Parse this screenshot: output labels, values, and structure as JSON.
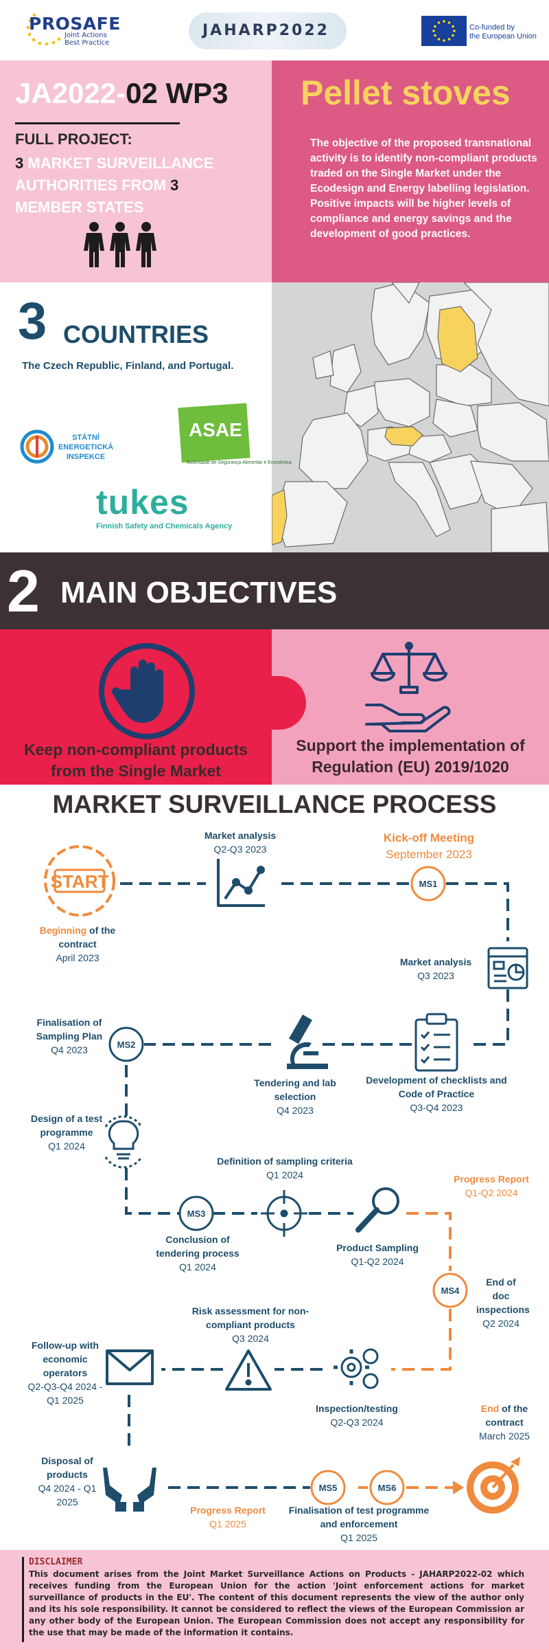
{
  "header": {
    "prosafe": "PROSAFE",
    "prosafe_sub1": "Joint Actions",
    "prosafe_sub2": "Best Practice",
    "jaharp": "JAHARP2022",
    "eu_line1": "Co-funded by",
    "eu_line2": "the European Union"
  },
  "intro": {
    "code_light": "JA2022-",
    "code_dark": "02 WP3",
    "full_project": "FULL PROJECT:",
    "msa_num1": "3",
    "msa_text1": " MARKET SURVEILLANCE AUTHORITIES FROM ",
    "msa_num2": "3",
    "msa_text2": " MEMBER STATES",
    "pellet_title": "Pellet stoves",
    "objective": "The objective of the proposed transnational activity is to identify non-compliant products traded on the Single Market under the Ecodesign and Energy labelling legislation. Positive impacts will be higher levels of compliance and energy savings and the development of good practices."
  },
  "countries": {
    "number": "3",
    "word": "COUNTRIES",
    "list": "The Czech Republic, Finland, and Portugal.",
    "sei_logo_text": "STÁTNÍ ENERGETICKÁ INSPEKCE",
    "asae": "ASAE",
    "asae_sub": "Autoridade de Segurança Alimentar e Económica",
    "tukes": "tukes",
    "tukes_sub": "Finnish Safety and Chemicals Agency",
    "highlight_color": "#f7d35e"
  },
  "objectives": {
    "number": "2",
    "word": "MAIN OBJECTIVES",
    "obj1": "Keep non-compliant products from the Single Market",
    "obj2": "Support the implementation of Regulation (EU) 2019/1020"
  },
  "process": {
    "title": "MARKET SURVEILLANCE PROCESS",
    "start_label": "START",
    "beginning_word": "Beginning",
    "beginning_rest": " of the contract",
    "beginning_date": "April 2023",
    "ma1_title": "Market analysis",
    "ma1_date": "Q2-Q3 2023",
    "kickoff_title": "Kick-off Meeting",
    "kickoff_date": "September 2023",
    "ma2_title": "Market analysis",
    "ma2_date": "Q3 2023",
    "dev_title": "Development of checklists and Code of Practice",
    "dev_date": "Q3-Q4 2023",
    "tend_title": "Tendering and lab selection",
    "tend_date": "Q4 2023",
    "final_plan_title": "Finalisation of Sampling Plan",
    "final_plan_date": "Q4 2023",
    "design_title": "Design of a test programme",
    "design_date": "Q1 2024",
    "criteria_title": "Definition of sampling criteria",
    "criteria_date": "Q1 2024",
    "progress1_title": "Progress Report",
    "progress1_date": "Q1-Q2 2024",
    "concl_title": "Conclusion of tendering process",
    "concl_date": "Q1 2024",
    "sampling_title": "Product Sampling",
    "sampling_date": "Q1-Q2 2024",
    "enddoc_title": "End of doc inspections",
    "enddoc_date": "Q2 2024",
    "risk_title": "Risk assessment for non-compliant products",
    "risk_date": "Q3 2024",
    "follow_title": "Follow-up with economic operators",
    "follow_date": "Q2-Q3-Q4 2024 - Q1 2025",
    "insp_title": "Inspection/testing",
    "insp_date": "Q2-Q3 2024",
    "end_word": "End",
    "end_rest": " of the contract",
    "end_date": "March 2025",
    "disposal_title": "Disposal of products",
    "disposal_date": "Q4 2024 - Q1 2025",
    "progress2_title": "Progress Report",
    "progress2_date": "Q1 2025",
    "finalis_title": "Finalisation of test programme and enforcement",
    "finalis_date": "Q1 2025",
    "ms1": "MS1",
    "ms2": "MS2",
    "ms3": "MS3",
    "ms4": "MS4",
    "ms5": "MS5",
    "ms6": "MS6",
    "colors": {
      "teal": "#1d4d6b",
      "orange": "#f08a3c"
    }
  },
  "disclaimer": {
    "title": "DISCLAIMER",
    "body": "This document arises from the Joint Market Surveillance Actions on Products - JAHARP2022-02 which receives funding from the European Union for the action 'Joint enforcement actions for market surveillance of products in the EU'. The content of this document represents the view of the author only and its his sole responsibility. It cannot be considered to reflect the views of the European Commission ar any other body of the European Union. The European Commission does not accept any responsibility for the use that may be made of the information it contains."
  }
}
